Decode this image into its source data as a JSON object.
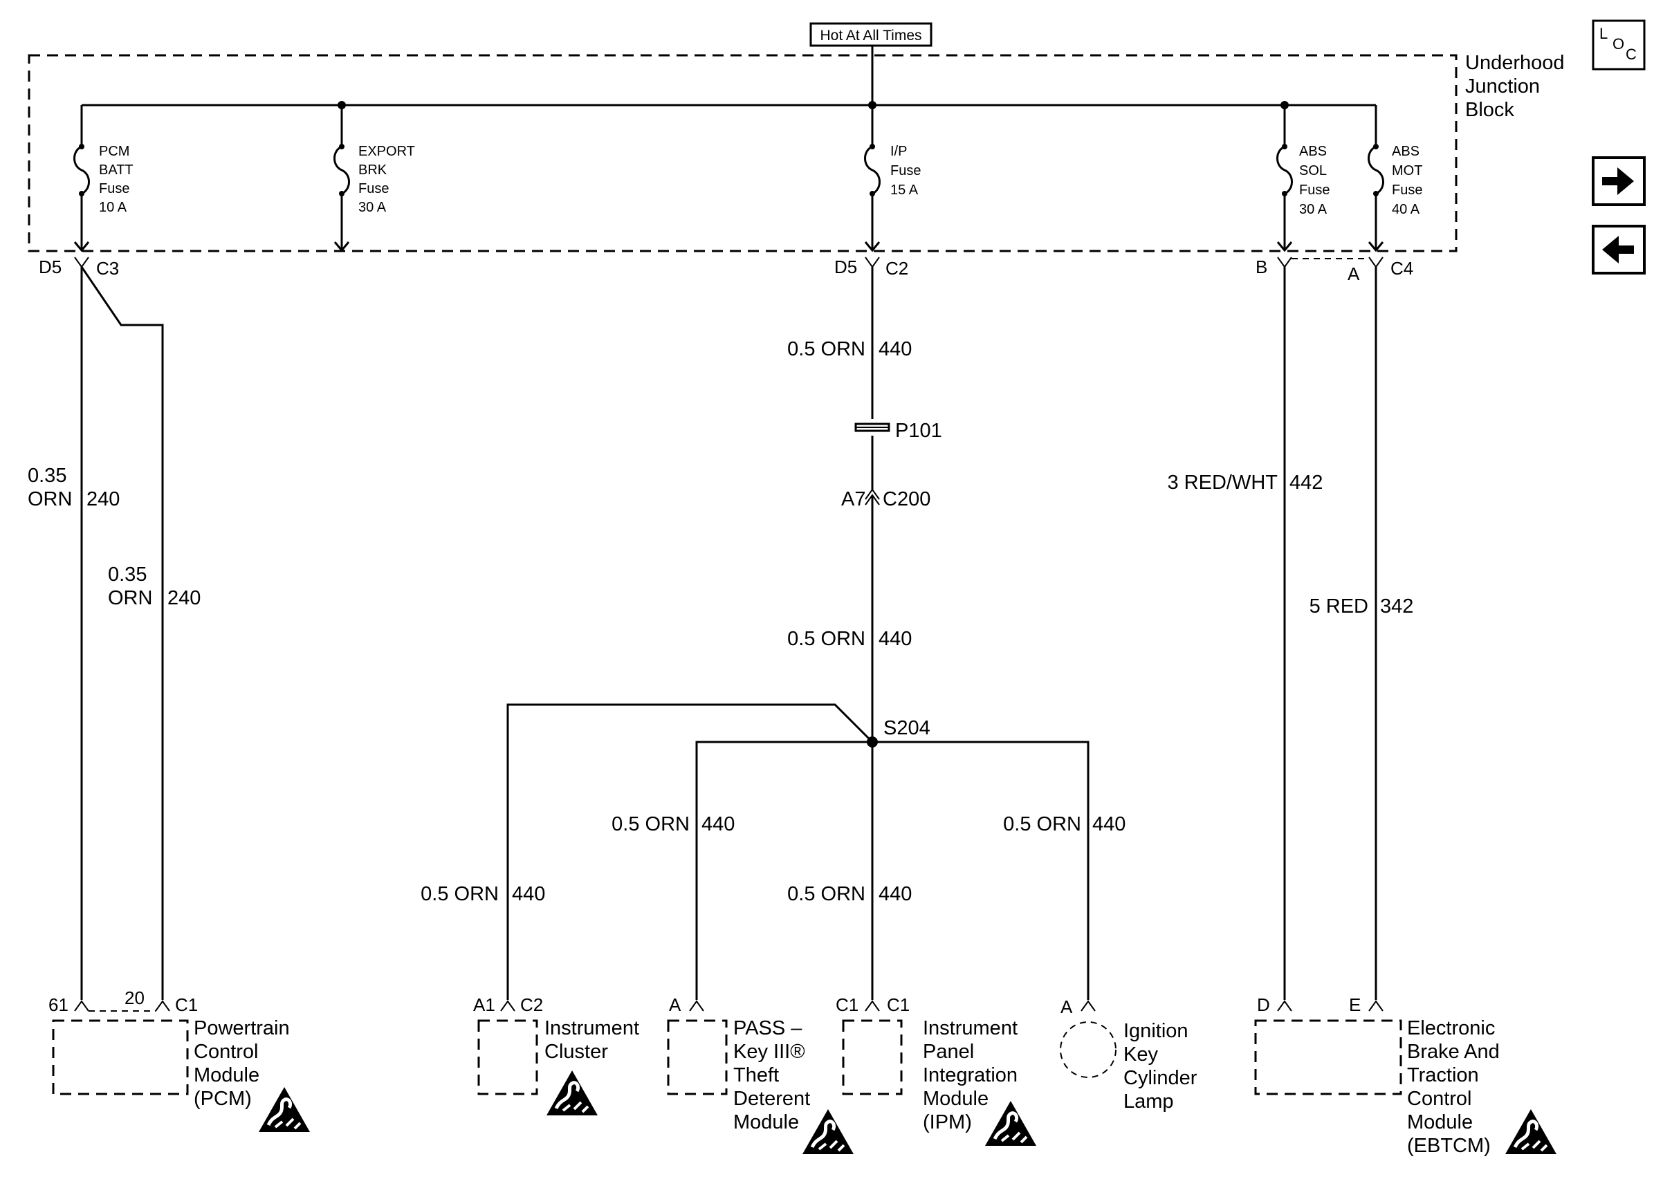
{
  "header": {
    "hot_label": "Hot At All Times"
  },
  "junction_block": {
    "label_lines": [
      "Underhood",
      "Junction",
      "Block"
    ]
  },
  "loc_icon": {
    "letters": [
      "L",
      "O",
      "C"
    ]
  },
  "nav": {
    "forward_icon": "arrow-right-icon",
    "back_icon": "arrow-left-icon"
  },
  "fuses": [
    {
      "id": "pcm-batt",
      "lines": [
        "PCM",
        "BATT",
        "Fuse",
        "10 A"
      ]
    },
    {
      "id": "export-brk",
      "lines": [
        "EXPORT",
        "BRK",
        "Fuse",
        "30 A"
      ]
    },
    {
      "id": "ip",
      "lines": [
        "I/P",
        "Fuse",
        "15 A"
      ]
    },
    {
      "id": "abs-sol",
      "lines": [
        "ABS",
        "SOL",
        "Fuse",
        "30 A"
      ]
    },
    {
      "id": "abs-mot",
      "lines": [
        "ABS",
        "MOT",
        "Fuse",
        "40 A"
      ]
    }
  ],
  "connectors": {
    "pcm_top": {
      "left": "D5",
      "right": "C3"
    },
    "ip_top": {
      "left": "D5",
      "right": "C2"
    },
    "abs_sol_top": "B",
    "abs_mot_top": {
      "left": "A",
      "right": "C4"
    },
    "c200": {
      "left": "A7",
      "right": "C200"
    },
    "p101": "P101",
    "s204": "S204"
  },
  "wires": {
    "pcm_a": {
      "size": "0.35",
      "color": "ORN",
      "circuit": "240"
    },
    "pcm_b": {
      "size": "0.35",
      "color": "ORN",
      "circuit": "240"
    },
    "ip_top": {
      "spec": "0.5 ORN",
      "circuit": "440"
    },
    "ip_mid": {
      "spec": "0.5 ORN",
      "circuit": "440"
    },
    "cluster": {
      "spec": "0.5 ORN",
      "circuit": "440"
    },
    "pass_key": {
      "spec": "0.5 ORN",
      "circuit": "440"
    },
    "ipm": {
      "spec": "0.5 ORN",
      "circuit": "440"
    },
    "lamp": {
      "spec": "0.5 ORN",
      "circuit": "440"
    },
    "abs_sol": {
      "spec": "3 RED/WHT",
      "circuit": "442"
    },
    "abs_mot": {
      "spec": "5 RED",
      "circuit": "342"
    }
  },
  "components": {
    "pcm": {
      "pins": {
        "a": "61",
        "b": "20",
        "conn": "C1"
      },
      "lines": [
        "Powertrain",
        "Control",
        "Module",
        "(PCM)"
      ]
    },
    "cluster": {
      "pins": {
        "a": "A1",
        "conn": "C2"
      },
      "lines": [
        "Instrument",
        "Cluster"
      ]
    },
    "pass_key": {
      "pins": {
        "a": "A"
      },
      "lines": [
        "PASS –",
        "Key III®",
        "Theft",
        "Deterent",
        "Module"
      ]
    },
    "ipm": {
      "pins": {
        "a": "C1",
        "conn": "C1"
      },
      "lines": [
        "Instrument",
        "Panel",
        "Integration",
        "Module",
        "(IPM)"
      ]
    },
    "lamp": {
      "pins": {
        "a": "A"
      },
      "lines": [
        "Ignition",
        "Key",
        "Cylinder",
        "Lamp"
      ]
    },
    "ebtcm": {
      "pins": {
        "a": "D",
        "b": "E"
      },
      "lines": [
        "Electronic",
        "Brake And",
        "Traction",
        "Control",
        "Module",
        "(EBTCM)"
      ]
    }
  },
  "esd_icon": "esd-warning-icon"
}
